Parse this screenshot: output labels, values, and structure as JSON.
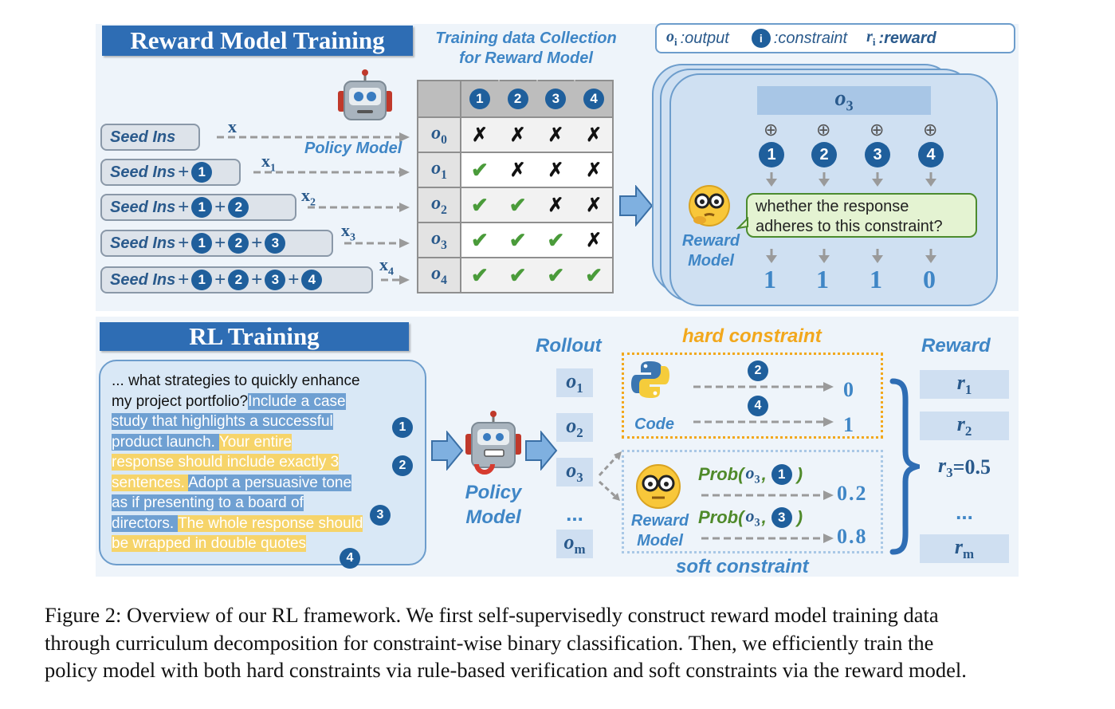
{
  "top": {
    "title": "Reward Model Training",
    "collection_title_line1": "Training data Collection",
    "collection_title_line2": "for Reward Model",
    "legend": {
      "o": "o",
      "o_sub": "i",
      "output": ":output",
      "circle": "i",
      "constraint": ":constraint",
      "r": "r",
      "r_sub": "i",
      "reward": ":reward"
    },
    "policy_model_label": "Policy Model",
    "seed_label": "Seed Ins",
    "seed_rows": [
      {
        "nums": [],
        "x": "x",
        "x_sub": ""
      },
      {
        "nums": [
          "1"
        ],
        "x": "x",
        "x_sub": "1"
      },
      {
        "nums": [
          "1",
          "2"
        ],
        "x": "x",
        "x_sub": "2"
      },
      {
        "nums": [
          "1",
          "2",
          "3"
        ],
        "x": "x",
        "x_sub": "3"
      },
      {
        "nums": [
          "1",
          "2",
          "3",
          "4"
        ],
        "x": "x",
        "x_sub": "4"
      }
    ],
    "table": {
      "headers": [
        "1",
        "2",
        "3",
        "4"
      ],
      "rows": [
        {
          "o": "o",
          "sub": "0",
          "marks": [
            "cross",
            "cross",
            "cross",
            "cross"
          ]
        },
        {
          "o": "o",
          "sub": "1",
          "marks": [
            "check",
            "cross",
            "cross",
            "cross"
          ]
        },
        {
          "o": "o",
          "sub": "2",
          "marks": [
            "check",
            "check",
            "cross",
            "cross"
          ]
        },
        {
          "o": "o",
          "sub": "3",
          "marks": [
            "check",
            "check",
            "check",
            "cross"
          ]
        },
        {
          "o": "o",
          "sub": "4",
          "marks": [
            "check",
            "check",
            "check",
            "check"
          ]
        }
      ]
    },
    "card": {
      "output": "o",
      "output_sub": "3",
      "oplus": "⊕",
      "nums": [
        "1",
        "2",
        "3",
        "4"
      ],
      "question_line1": "whether the response",
      "question_line2": "adheres to this constraint?",
      "reward_model_line1": "Reward",
      "reward_model_line2": "Model",
      "results": [
        "1",
        "1",
        "1",
        "0"
      ]
    }
  },
  "bottom": {
    "title": "RL Training",
    "prompt_lines": [
      {
        "segments": [
          {
            "text": "... what strategies to quickly enhance",
            "hl": "none"
          }
        ]
      },
      {
        "segments": [
          {
            "text": "my project portfolio?",
            "hl": "none"
          },
          {
            "text": "Include a case",
            "hl": "blue"
          }
        ]
      },
      {
        "segments": [
          {
            "text": "study that highlights a successful",
            "hl": "blue"
          }
        ]
      },
      {
        "segments": [
          {
            "text": "product launch. ",
            "hl": "blue"
          },
          {
            "text": " Your entire",
            "hl": "yellow"
          }
        ]
      },
      {
        "segments": [
          {
            "text": "response should include exactly 3",
            "hl": "yellow"
          }
        ]
      },
      {
        "segments": [
          {
            "text": "sentences. ",
            "hl": "yellow"
          },
          {
            "text": "Adopt a persuasive tone",
            "hl": "blue"
          }
        ]
      },
      {
        "segments": [
          {
            "text": "as if presenting to a board of",
            "hl": "blue"
          }
        ]
      },
      {
        "segments": [
          {
            "text": "directors. ",
            "hl": "blue"
          },
          {
            "text": "The whole response should",
            "hl": "yellow"
          }
        ]
      },
      {
        "segments": [
          {
            "text": "be wrapped in double quotes",
            "hl": "yellow"
          }
        ]
      }
    ],
    "prompt_markers": [
      "1",
      "2",
      "3",
      "4"
    ],
    "policy_line1": "Policy",
    "policy_line2": "Model",
    "rollout_title": "Rollout",
    "rollouts": [
      {
        "o": "o",
        "sub": "1"
      },
      {
        "o": "o",
        "sub": "2"
      },
      {
        "o": "o",
        "sub": "3"
      },
      {
        "o": "...",
        "sub": ""
      },
      {
        "o": "o",
        "sub": "m"
      }
    ],
    "hard_title": "hard constraint",
    "code_label": "Code",
    "hard_items": [
      {
        "num": "2",
        "value": "0"
      },
      {
        "num": "4",
        "value": "1"
      }
    ],
    "soft_title": "soft constraint",
    "rm_line1": "Reward",
    "rm_line2": "Model",
    "soft_items": [
      {
        "prob": "Prob(",
        "o": "o",
        "sub": "3",
        "comma": ",",
        "num": "1",
        "close": ")",
        "value": "0.2"
      },
      {
        "prob": "Prob(",
        "o": "o",
        "sub": "3",
        "comma": ",",
        "num": "3",
        "close": ")",
        "value": "0.8"
      }
    ],
    "reward_title": "Reward",
    "rewards": [
      {
        "r": "r",
        "sub": "1",
        "rest": ""
      },
      {
        "r": "r",
        "sub": "2",
        "rest": ""
      },
      {
        "r": "r",
        "sub": "3",
        "rest": "=0.5"
      },
      {
        "r": "...",
        "sub": "",
        "rest": ""
      },
      {
        "r": "r",
        "sub": "m",
        "rest": ""
      }
    ]
  },
  "caption": {
    "line1": "Figure 2: Overview of our RL framework. We first self-supervisedly construct reward model training data",
    "line2": "through curriculum decomposition for constraint-wise binary classification. Then, we efficiently train the",
    "line3": "policy model with both hard constraints via rule-based verification and soft constraints via the reward model."
  },
  "colors": {
    "accent_blue": "#2e6db4",
    "light_blue": "#3f86c6",
    "hard": "#f2a81d",
    "check": "#4a9b3a"
  }
}
